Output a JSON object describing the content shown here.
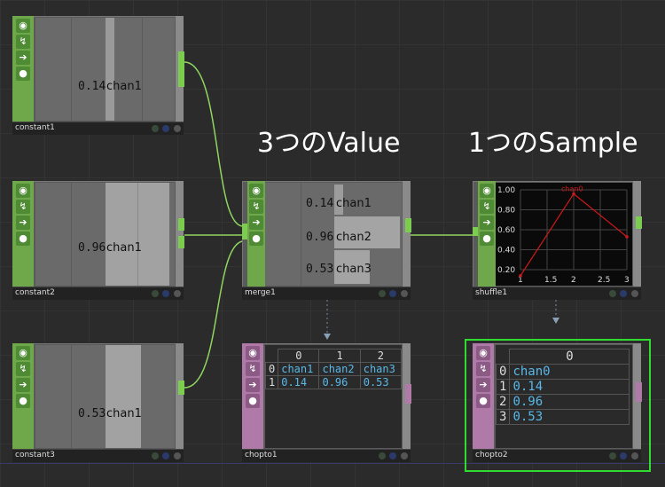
{
  "nodes": {
    "constant1": {
      "name": "constant1",
      "value": "0.14",
      "channel": "chan1"
    },
    "constant2": {
      "name": "constant2",
      "value": "0.96",
      "channel": "chan1"
    },
    "constant3": {
      "name": "constant3",
      "value": "0.53",
      "channel": "chan1"
    },
    "merge1": {
      "name": "merge1",
      "rows": [
        {
          "value": "0.14",
          "channel": "chan1"
        },
        {
          "value": "0.96",
          "channel": "chan2"
        },
        {
          "value": "0.53",
          "channel": "chan3"
        }
      ]
    },
    "shuffle1": {
      "name": "shuffle1"
    },
    "chopto1": {
      "name": "chopto1",
      "header": [
        "0",
        "1",
        "2"
      ],
      "rows": [
        {
          "idx": "0",
          "cells": [
            "chan1",
            "chan2",
            "chan3"
          ]
        },
        {
          "idx": "1",
          "cells": [
            "0.14",
            "0.96",
            "0.53"
          ]
        }
      ]
    },
    "chopto2": {
      "name": "chopto2",
      "header": "0",
      "rows": [
        {
          "idx": "0",
          "cell": "chan0"
        },
        {
          "idx": "1",
          "cell": "0.14"
        },
        {
          "idx": "2",
          "cell": "0.96"
        },
        {
          "idx": "3",
          "cell": "0.53"
        }
      ]
    }
  },
  "labels": {
    "values_caption": "3つのValue",
    "sample_caption": "1つのSample"
  },
  "chart_data": {
    "type": "line",
    "series": [
      {
        "name": "chan0",
        "x": [
          1,
          2,
          3
        ],
        "values": [
          0.14,
          0.96,
          0.53
        ]
      }
    ],
    "xlim": [
      1,
      3
    ],
    "ylim": [
      0.2,
      1.0
    ],
    "xticks": [
      "1",
      "1.5",
      "2",
      "2.5",
      "3"
    ],
    "yticks": [
      "1.00",
      "0.80",
      "0.60",
      "0.40",
      "0.20"
    ],
    "grid": true
  },
  "colors": {
    "chop": "#6fa84a",
    "dat": "#b07aa8",
    "wire": "#8fd660",
    "selected": "#2fdc2f",
    "series": "#d01818"
  },
  "icons": [
    "viewer-icon",
    "bypass-icon",
    "arrow-icon",
    "lock-icon"
  ]
}
